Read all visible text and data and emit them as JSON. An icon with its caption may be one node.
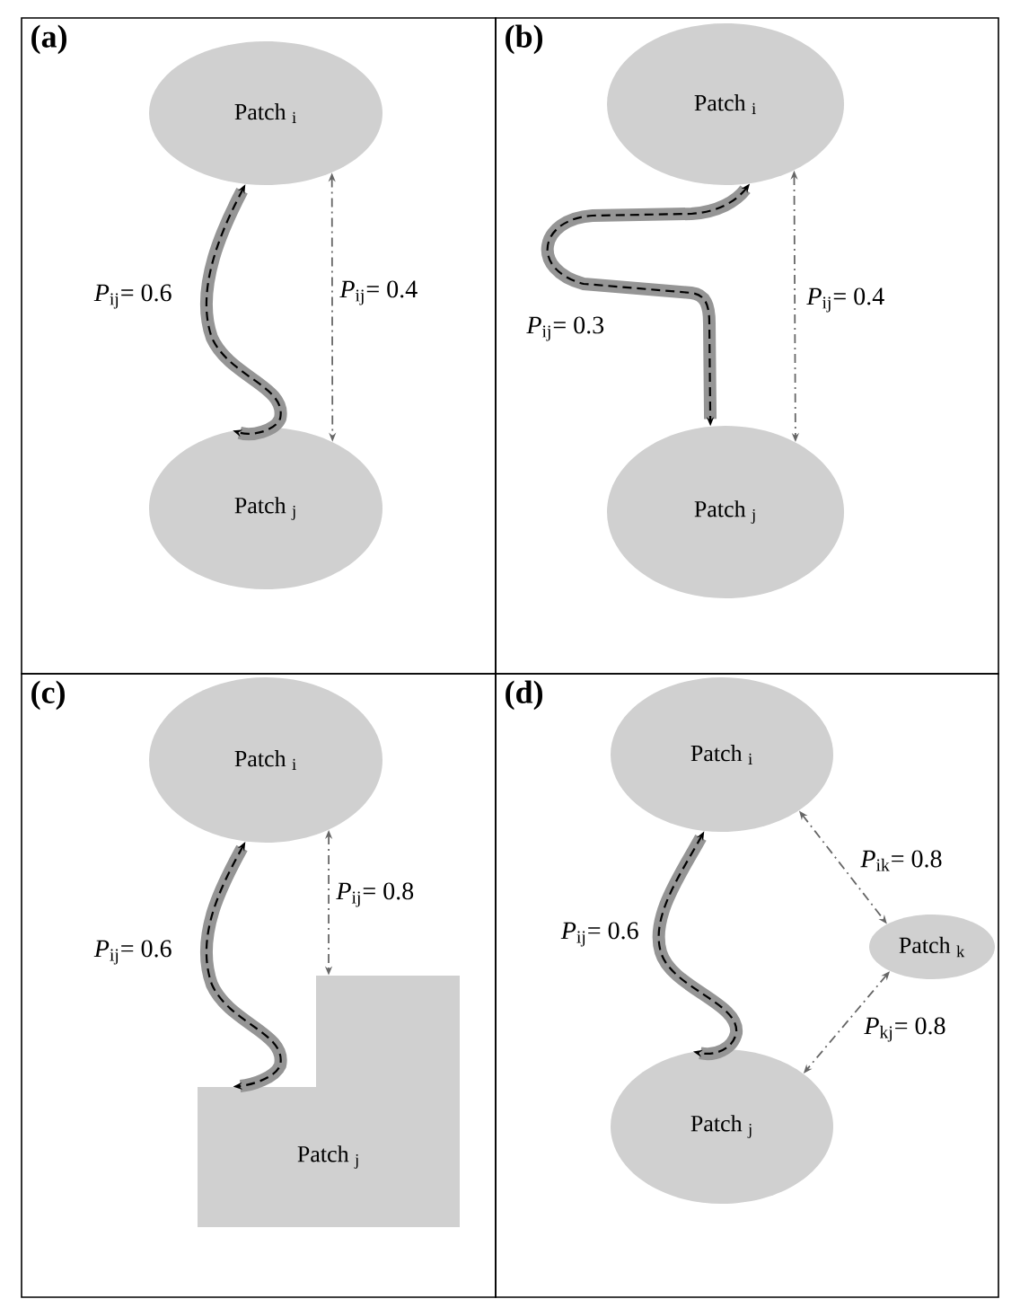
{
  "diagram": {
    "nodes": [
      {
        "text": [
          "(a)"
        ]
      },
      {
        "text": [
          "Patch $_{i}$"
        ],
        "in": 0
      },
      {
        "text": [
          "Patch $_{j}$"
        ],
        "in": 0
      },
      {
        "text": [
          "(b)"
        ]
      },
      {
        "text": [
          "Patch $_{i}$"
        ],
        "in": 3
      },
      {
        "text": [
          "Patch $_{j}$"
        ],
        "in": 3
      },
      {
        "text": [
          "(c)"
        ]
      },
      {
        "text": [
          "Patch $_{i}$"
        ],
        "in": 6
      },
      {
        "text": [
          "Patch $_{j}$"
        ],
        "in": 6
      },
      {
        "text": [
          "(d)"
        ]
      },
      {
        "text": [
          "Patch $_{i}$"
        ],
        "in": 9
      },
      {
        "text": [
          "Patch $_{j}$"
        ],
        "in": 9
      },
      {
        "text": [
          "Patch $_{k}$"
        ],
        "in": 9
      }
    ],
    "edges": [
      {
        "from": 1,
        "to": 2,
        "arrow": "both",
        "label": "*P*$_{ij}$= 0.6",
        "style": "dashed",
        "color": "#000000"
      },
      {
        "from": 1,
        "to": 2,
        "arrow": "both",
        "label": "*P*$_{ij}$= 0.4",
        "style": "dashed",
        "color": "#666666"
      },
      {
        "from": 4,
        "to": 5,
        "arrow": "both",
        "label": "*P*$_{ij}$= 0.3",
        "style": "dashed",
        "color": "#000000"
      },
      {
        "from": 4,
        "to": 5,
        "arrow": "both",
        "label": "*P*$_{ij}$= 0.4",
        "style": "dashed",
        "color": "#666666"
      },
      {
        "from": 7,
        "to": 8,
        "arrow": "both",
        "label": "*P*$_{ij}$= 0.6",
        "style": "dashed",
        "color": "#000000"
      },
      {
        "from": 7,
        "to": 8,
        "arrow": "both",
        "label": "*P*$_{ij}$= 0.8",
        "style": "dashed",
        "color": "#666666"
      },
      {
        "from": 10,
        "to": 11,
        "arrow": "both",
        "label": "*P*$_{ij}$= 0.6",
        "style": "dashed",
        "color": "#000000"
      },
      {
        "from": 10,
        "to": 12,
        "arrow": "both",
        "label": "*P*$_{ik}$= 0.8",
        "style": "dashed",
        "color": "#666666"
      },
      {
        "from": 12,
        "to": 11,
        "arrow": "both",
        "label": "*P*$_{kj}$= 0.8",
        "style": "dashed",
        "color": "#666666"
      }
    ]
  }
}
